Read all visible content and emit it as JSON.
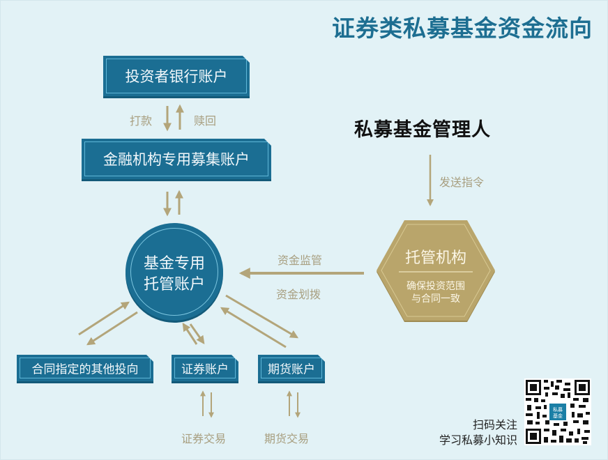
{
  "title": "证券类私募基金资金流向",
  "nodes": {
    "investor_bank": "投资者银行账户",
    "raising_account": "金融机构专用募集账户",
    "custody_account_line1": "基金专用",
    "custody_account_line2": "托管账户",
    "manager": "私募基金管理人",
    "custodian": "托管机构",
    "custodian_note_line1": "确保投资范围",
    "custodian_note_line2": "与合同一致",
    "other_investments": "合同指定的其他投向",
    "securities_account": "证券账户",
    "futures_account": "期货账户"
  },
  "flow_labels": {
    "payment": "打款",
    "redemption": "赎回",
    "send_instruction": "发送指令",
    "fund_supervision": "资金监管",
    "fund_transfer": "资金划拨",
    "securities_trading": "证券交易",
    "futures_trading": "期货交易"
  },
  "qr": {
    "line1": "扫码关注",
    "line2": "学习私募小知识",
    "center_label": "私募基金"
  },
  "colors": {
    "background": "#e2f2f6",
    "title": "#1d6e91",
    "account_box": "#1b6e93",
    "custodian_hex": "#b9a56b",
    "arrow": "#b3a57a",
    "flow_label": "#a89f80"
  }
}
